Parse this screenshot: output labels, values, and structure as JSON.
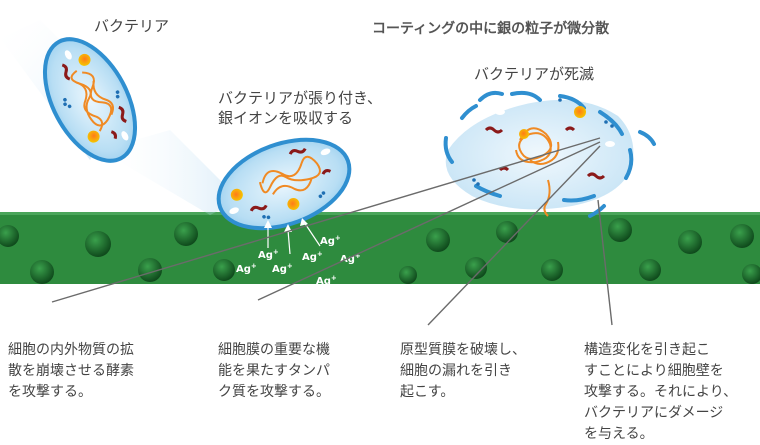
{
  "title": "コーティングの中に銀の粒子が微分散",
  "stages": {
    "approach": "バクテリア",
    "attach": [
      "バクテリアが張り付き、",
      "銀イオンを吸収する"
    ],
    "dead": "バクテリアが死滅"
  },
  "ion_label": "Ag",
  "ion_charge": "+",
  "descriptions": [
    [
      "細胞の内外物質の拡",
      "散を崩壊させる酵素",
      "を攻撃する。"
    ],
    [
      "細胞膜の重要な機",
      "能を果たすタンパ",
      "ク質を攻撃する。"
    ],
    [
      "原型質膜を破壊し、",
      "細胞の漏れを引き",
      "起こす。"
    ],
    [
      "構造変化を引き起こ",
      "すことにより細胞壁を",
      "攻撃する。それにより、",
      "バクテリアにダメージ",
      "を与える。"
    ]
  ],
  "colors": {
    "coating": "#2e8b3e",
    "coating_dark": "#1f6b2c",
    "particle": "#1e5f2a",
    "membrane": "#2f8fd0",
    "cell_fill": "#cfe8f7",
    "dna": "#f08a24",
    "protein": "#8b1a1a",
    "nucleus": "#f5b800"
  }
}
